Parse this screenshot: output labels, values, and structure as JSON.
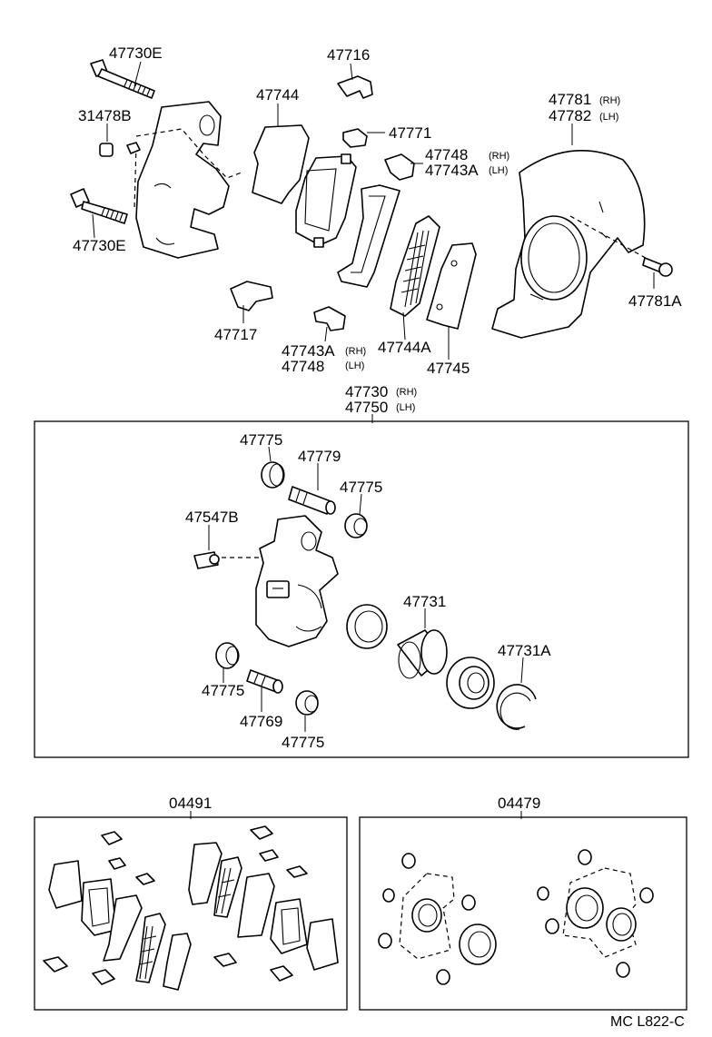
{
  "diagram": {
    "upper_labels": {
      "bolt_top": "47730E",
      "clip_47716": "47716",
      "p47781": "47781",
      "p47781_side": "(RH)",
      "p47782": "47782",
      "p47782_side": "(LH)",
      "bushing": "31478B",
      "shim_47744": "47744",
      "clip_47771": "47771",
      "p47748_top": "47748",
      "p47748_top_side": "(RH)",
      "p47743A_top": "47743A",
      "p47743A_top_side": "(LH)",
      "bolt_bottom": "47730E",
      "screw_47781A": "47781A",
      "clip_47717": "47717",
      "p47743A_bot": "47743A",
      "p47743A_bot_side": "(RH)",
      "p47748_bot": "47748",
      "p47748_bot_side": "(LH)",
      "shim_47744A": "47744A",
      "shim_47745": "47745"
    },
    "caliper_assembly": {
      "p47730": "47730",
      "p47730_side": "(RH)",
      "p47750": "47750",
      "p47750_side": "(LH)",
      "boot_a": "47775",
      "pin_47779": "47779",
      "boot_b": "47775",
      "bleeder": "47547B",
      "piston": "47731",
      "ring": "47731A",
      "boot_c": "47775",
      "pin_47769": "47769",
      "boot_d": "47775"
    },
    "kits": {
      "pad_kit": "04491",
      "seal_kit": "04479"
    },
    "footer_code": "MC L822-C"
  }
}
